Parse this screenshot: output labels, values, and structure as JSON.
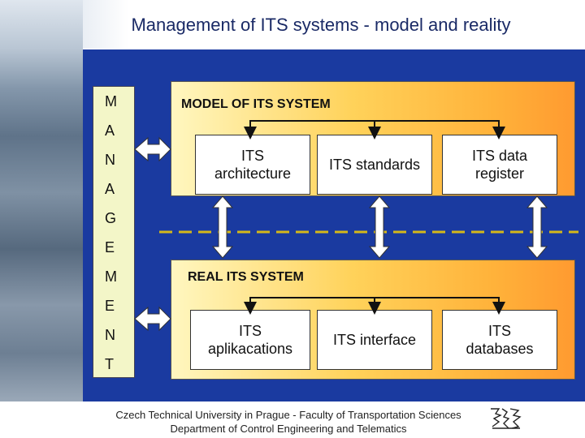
{
  "title": "Management of ITS systems - model and reality",
  "management_letters": [
    "M",
    "A",
    "N",
    "A",
    "G",
    "E",
    "M",
    "E",
    "N",
    "T"
  ],
  "model_panel": {
    "label": "MODEL OF ITS SYSTEM",
    "boxes": [
      "ITS\narchitecture",
      "ITS standards",
      "ITS data\nregister"
    ]
  },
  "real_panel": {
    "label": "REAL ITS SYSTEM",
    "boxes": [
      "ITS\naplikacations",
      "ITS  interface",
      "ITS\ndatabases"
    ]
  },
  "colors": {
    "background_blue": "#1a3aa0",
    "dashed_line": "#d4b81a",
    "arrow_fill": "#ffffff"
  },
  "footer": {
    "line1": "Czech Technical University in Prague - Faculty of Transportation Sciences",
    "line2": "Department of Control Engineering and Telematics"
  },
  "logo_icon": "university-logo-icon"
}
